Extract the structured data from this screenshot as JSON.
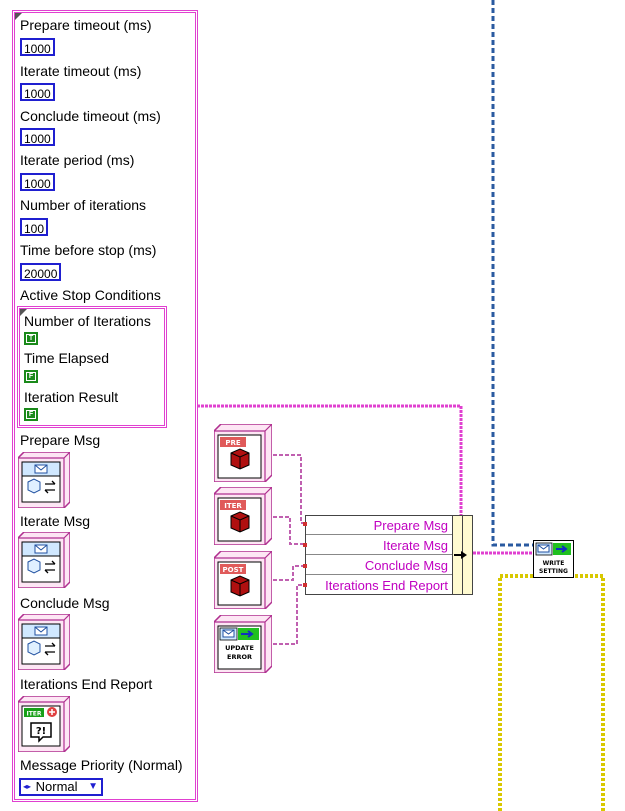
{
  "cluster": {
    "prepare_timeout_label": "Prepare timeout (ms)",
    "prepare_timeout_value": "1000",
    "iterate_timeout_label": "Iterate timeout (ms)",
    "iterate_timeout_value": "1000",
    "conclude_timeout_label": "Conclude timeout (ms)",
    "conclude_timeout_value": "1000",
    "iterate_period_label": "Iterate period (ms)",
    "iterate_period_value": "1000",
    "num_iterations_label": "Number of iterations",
    "num_iterations_value": "100",
    "time_before_stop_label": "Time before stop (ms)",
    "time_before_stop_value": "20000",
    "active_stop_label": "Active Stop Conditions",
    "stop_conditions": {
      "iterations_label": "Number of Iterations",
      "iterations_value": "T",
      "time_label": "Time Elapsed",
      "time_value": "F",
      "result_label": "Iteration Result",
      "result_value": "F"
    },
    "prepare_msg_label": "Prepare Msg",
    "iterate_msg_label": "Iterate Msg",
    "conclude_msg_label": "Conclude Msg",
    "end_report_label": "Iterations End Report",
    "end_report_icon_text": "ITER",
    "priority_label": "Message Priority (Normal)",
    "priority_value": "Normal"
  },
  "constants": {
    "pre_label": "PRE",
    "iter_label": "ITER",
    "post_label": "POST",
    "update_error_label_1": "UPDATE",
    "update_error_label_2": "ERROR"
  },
  "bundle": {
    "rows": [
      "Prepare Msg",
      "Iterate Msg",
      "Conclude Msg",
      "Iterations End Report"
    ]
  },
  "write_setting": {
    "label_1": "WRITE",
    "label_2": "SETTING"
  },
  "colors": {
    "cluster_wire": "#e040d0",
    "numeric_border": "#1f1fd0",
    "boolean_green": "#1a8a1a",
    "ref_wire_blue": "#2a5aa0",
    "error_wire_yellow": "#d8c800"
  }
}
